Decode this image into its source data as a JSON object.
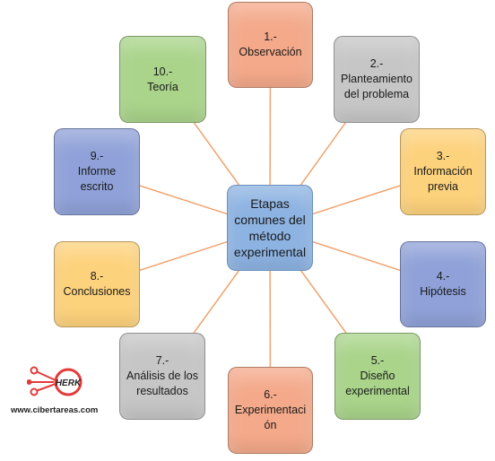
{
  "center": {
    "label": "Etapas\ncomunes del\nmétodo\nexperimental",
    "color": "#8db3e2"
  },
  "nodes": [
    {
      "id": "observacion",
      "label": "1.-\nObservación",
      "color": "#f4a98a"
    },
    {
      "id": "planteamiento",
      "label": "2.-\nPlanteamiento\ndel problema",
      "color": "#c6c6c6"
    },
    {
      "id": "informacion",
      "label": "3.-\nInformación\nprevia",
      "color": "#fdd27c"
    },
    {
      "id": "hipotesis",
      "label": "4.-\nHipótesis",
      "color": "#8fa1d8"
    },
    {
      "id": "diseno",
      "label": "5.-\nDiseño\nexperimental",
      "color": "#a9d48a"
    },
    {
      "id": "experimentacion",
      "label": "6.-\nExperimentaci\nón",
      "color": "#f4a98a"
    },
    {
      "id": "analisis",
      "label": "7.-\nAnálisis de los\nresultados",
      "color": "#c6c6c6"
    },
    {
      "id": "conclusiones",
      "label": "8.-\nConclusiones",
      "color": "#fdd27c"
    },
    {
      "id": "informe",
      "label": "9.-\nInforme\nescrito",
      "color": "#8fa1d8"
    },
    {
      "id": "teoria",
      "label": "10.-\nTeoría",
      "color": "#a9d48a"
    }
  ],
  "connector_color": "#f0a36f",
  "logo": {
    "mark": "HERK",
    "site": "www.cibertareas.com",
    "accent": "#e23b3b"
  }
}
